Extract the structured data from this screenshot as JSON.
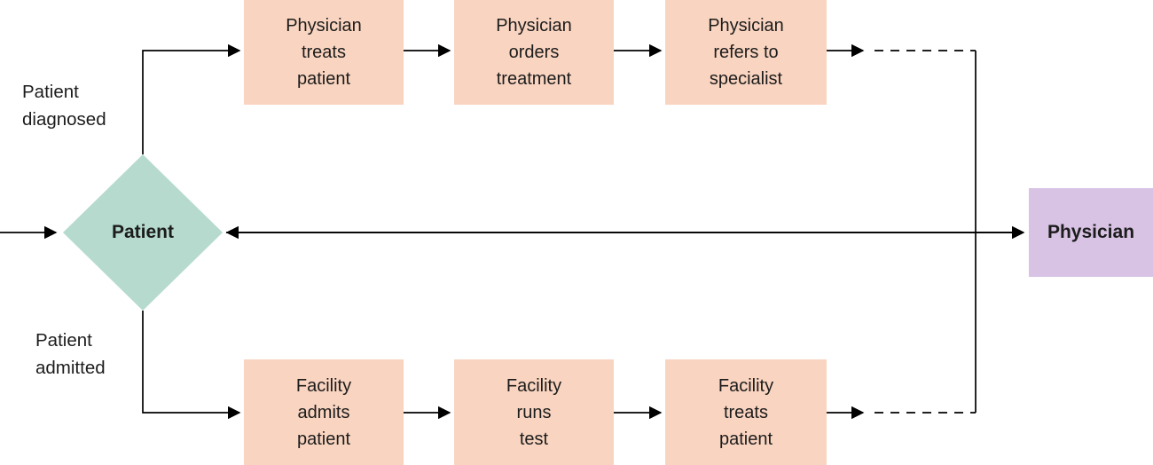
{
  "diagram": {
    "decision": {
      "label": "Patient"
    },
    "end_node": {
      "label": "Physician"
    },
    "branch_labels": {
      "top": "Patient\ndiagnosed",
      "bottom": "Patient\nadmitted"
    },
    "top_row": [
      {
        "label": "Physician\ntreats\npatient"
      },
      {
        "label": "Physician\norders\ntreatment"
      },
      {
        "label": "Physician\nrefers to\nspecialist"
      }
    ],
    "bottom_row": [
      {
        "label": "Facility\nadmits\npatient"
      },
      {
        "label": "Facility\nruns\ntest"
      },
      {
        "label": "Facility\ntreats\npatient"
      }
    ],
    "colors": {
      "process_fill": "#f9d4c0",
      "decision_fill": "#b6dbce",
      "end_fill": "#d9c3e5",
      "line": "#000000",
      "text": "#1c1c1c"
    }
  }
}
